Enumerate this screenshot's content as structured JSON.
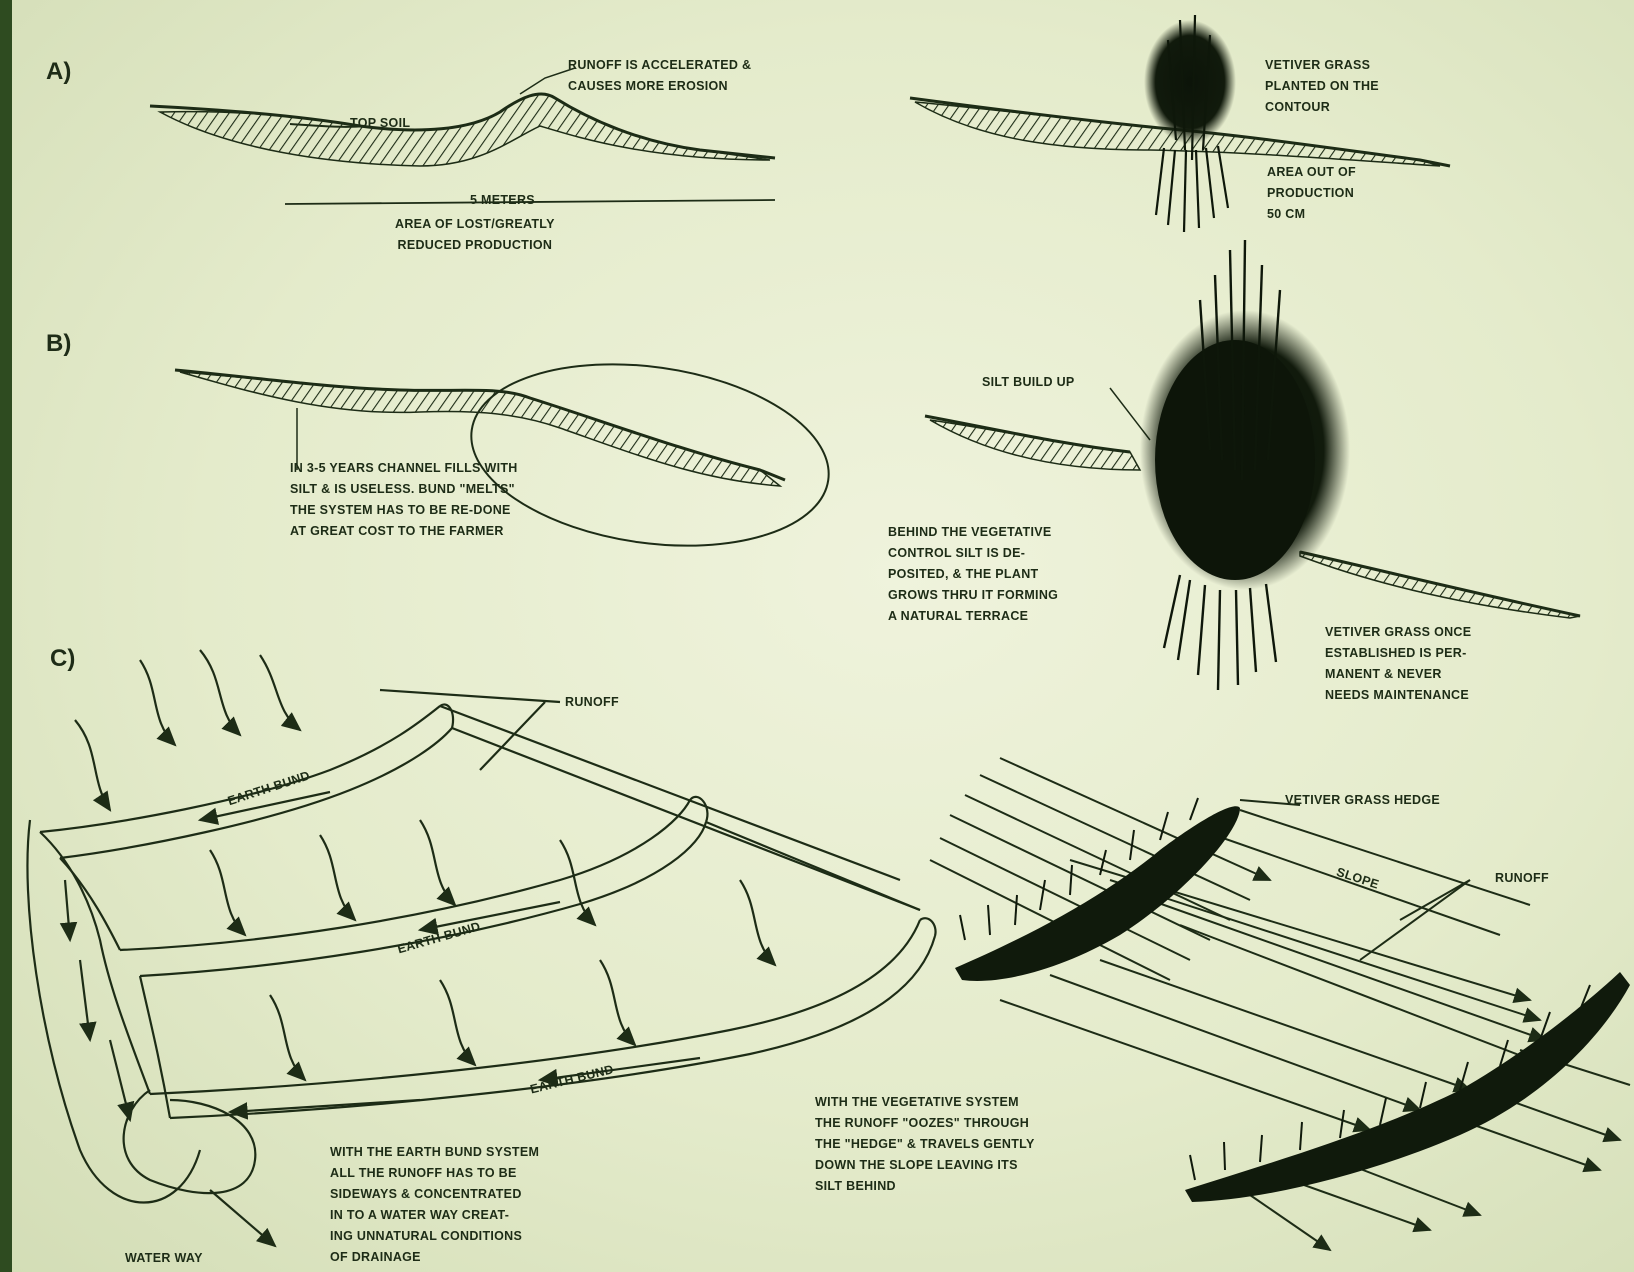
{
  "sections": {
    "a": "A)",
    "b": "B)",
    "c": "C)"
  },
  "labels": {
    "a_runoff": "RUNOFF IS ACCELERATED &\nCAUSES MORE EROSION",
    "a_topsoil": "TOP SOIL",
    "a_meters": "5 METERS",
    "a_area": "AREA OF LOST/GREATLY\nREDUCED PRODUCTION",
    "a_vetiver": "VETIVER GRASS\nPLANTED ON THE\nCONTOUR",
    "a_area_out": "AREA OUT OF\nPRODUCTION\n50 CM",
    "b_years": "IN 3-5 YEARS CHANNEL FILLS WITH\nSILT & IS USELESS. BUND \"MELTS\"\nTHE SYSTEM HAS TO BE RE-DONE\nAT GREAT COST TO THE FARMER",
    "b_silt": "SILT BUILD UP",
    "b_behind": "BEHIND THE VEGETATIVE\nCONTROL SILT IS DE-\nPOSITED, & THE PLANT\nGROWS THRU IT FORMING\nA NATURAL TERRACE",
    "b_vetiver": "VETIVER GRASS ONCE\nESTABLISHED IS PER-\nMANENT & NEVER\nNEEDS MAINTENANCE",
    "c_runoff_left": "RUNOFF",
    "c_bund1": "EARTH BUND",
    "c_bund2": "EARTH BUND",
    "c_bund3": "EARTH BUND",
    "c_hedge": "VETIVER GRASS HEDGE",
    "c_slope": "SLOPE",
    "c_runoff_right": "RUNOFF",
    "c_earth_system": "WITH THE EARTH BUND SYSTEM\nALL THE RUNOFF HAS TO BE\nSIDEWAYS & CONCENTRATED\nIN TO A WATER WAY CREAT-\nING UNNATURAL CONDITIONS\nOF DRAINAGE",
    "c_veg_system": "WITH THE VEGETATIVE SYSTEM\nTHE RUNOFF \"OOZES\" THROUGH\nTHE \"HEDGE\" & TRAVELS GENTLY\nDOWN THE SLOPE LEAVING ITS\nSILT BEHIND",
    "c_waterway": "WATER WAY"
  },
  "colors": {
    "ink": "#1d2c16",
    "paper": "#e7eccf",
    "grass": "#101a0c",
    "frame": "#2e4b20"
  }
}
